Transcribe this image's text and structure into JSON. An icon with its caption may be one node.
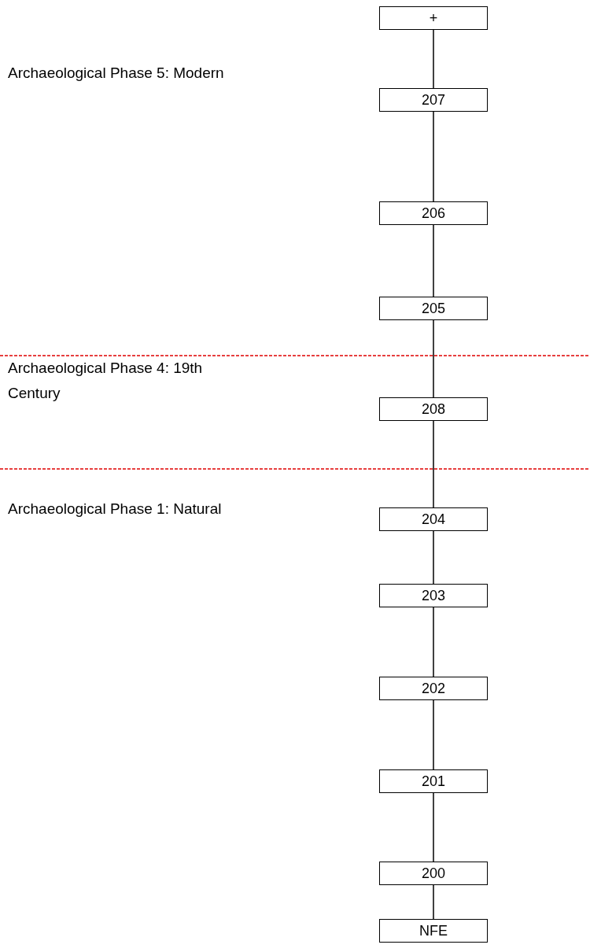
{
  "diagram": {
    "nodes": [
      {
        "text": [
          "+"
        ]
      },
      {
        "text": [
          "207"
        ]
      },
      {
        "text": [
          "206"
        ]
      },
      {
        "text": [
          "205"
        ]
      },
      {
        "text": [
          "208"
        ]
      },
      {
        "text": [
          "204"
        ]
      },
      {
        "text": [
          "203"
        ]
      },
      {
        "text": [
          "202"
        ]
      },
      {
        "text": [
          "201"
        ]
      },
      {
        "text": [
          "200"
        ]
      },
      {
        "text": [
          "NFE"
        ]
      }
    ],
    "edges": [
      {
        "from": 0,
        "to": 1,
        "arrow": "none"
      },
      {
        "from": 1,
        "to": 2,
        "arrow": "none"
      },
      {
        "from": 2,
        "to": 3,
        "arrow": "none"
      },
      {
        "from": 3,
        "to": 4,
        "arrow": "none"
      },
      {
        "from": 4,
        "to": 5,
        "arrow": "none"
      },
      {
        "from": 5,
        "to": 6,
        "arrow": "none"
      },
      {
        "from": 6,
        "to": 7,
        "arrow": "none"
      },
      {
        "from": 7,
        "to": 8,
        "arrow": "none"
      },
      {
        "from": 8,
        "to": 9,
        "arrow": "none"
      },
      {
        "from": 9,
        "to": 10,
        "arrow": "none"
      }
    ],
    "labels": [
      "Archaeological Phase 5: Modern",
      "Archaeological Phase 4: 19th Century",
      "Archaeological Phase 1: Natural"
    ]
  }
}
